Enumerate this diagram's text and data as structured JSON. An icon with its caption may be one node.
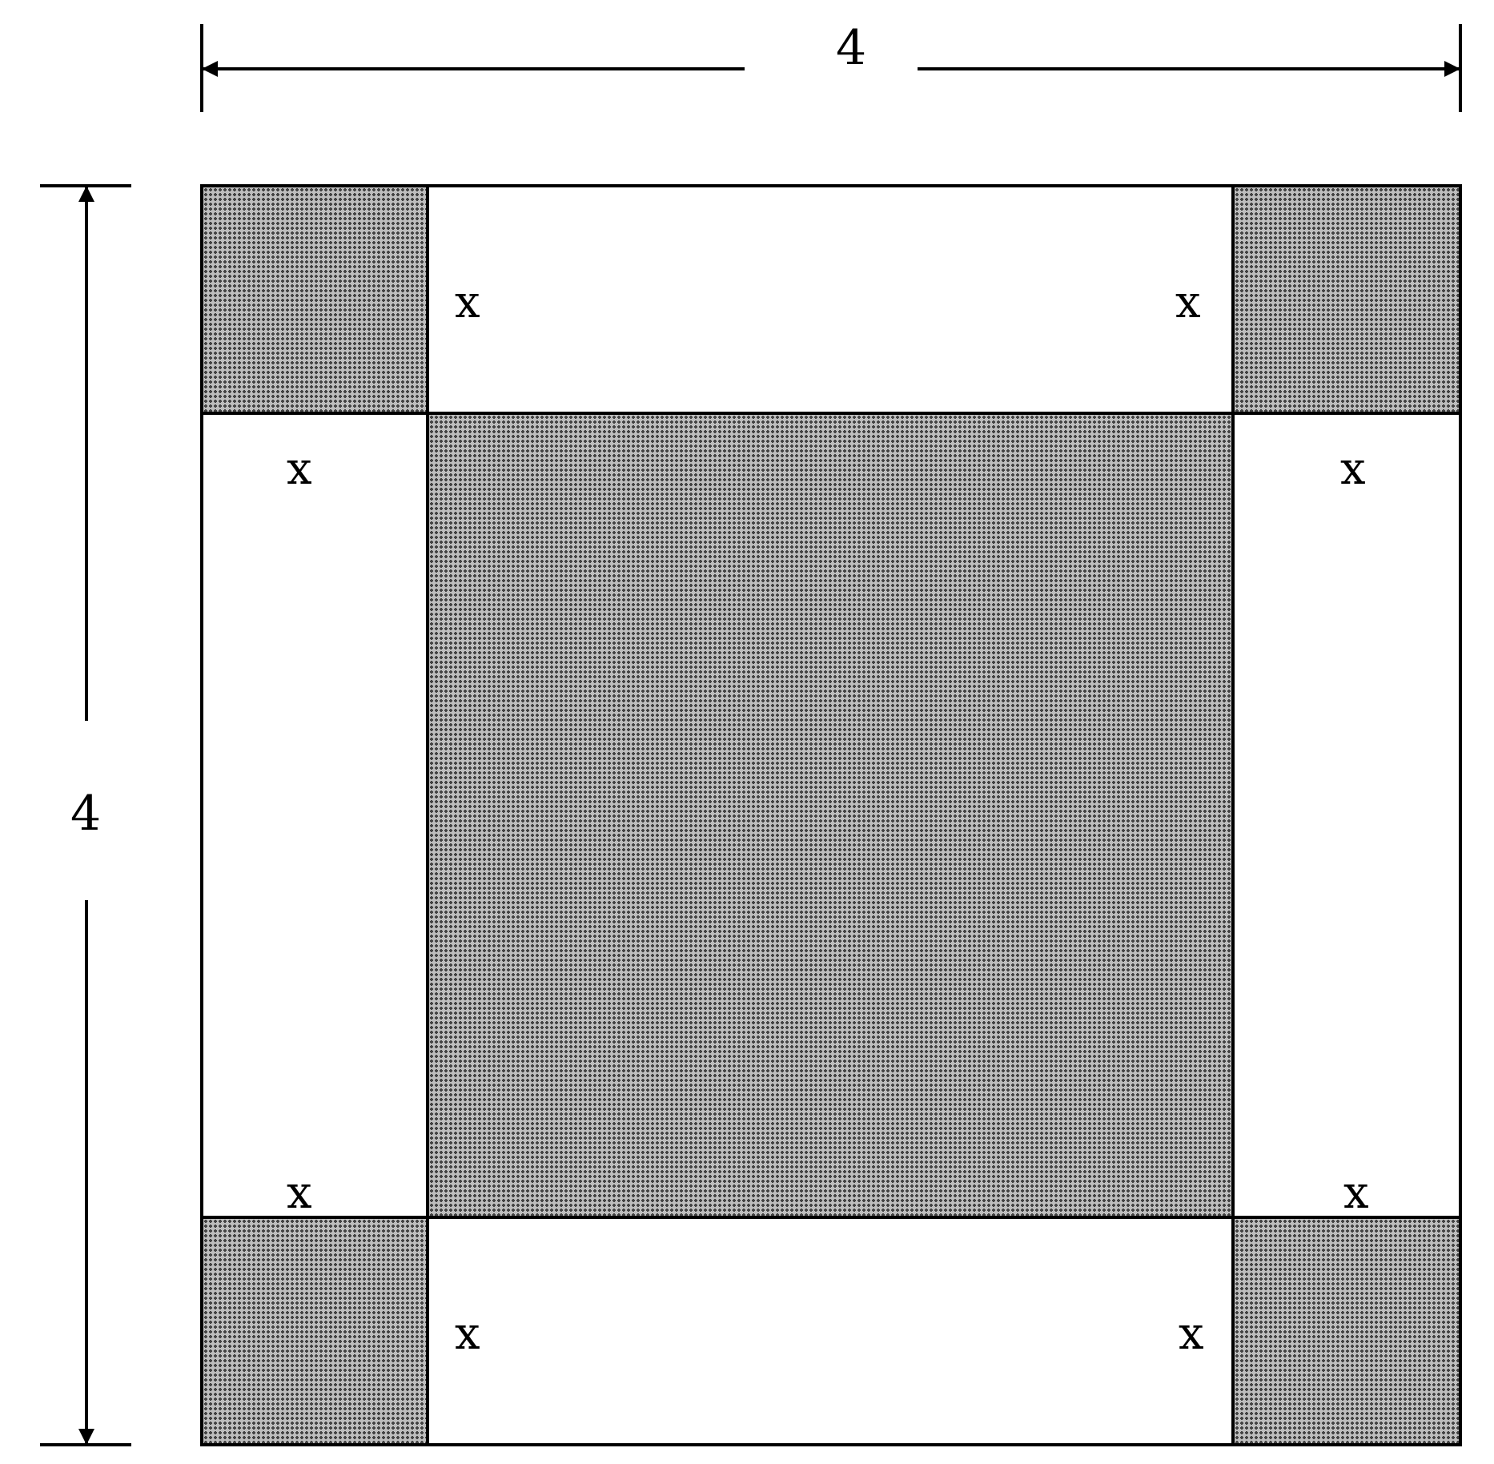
{
  "diagram": {
    "nodes": [
      {
        "text": [],
        "shape": "box"
      },
      {
        "text": [
          "x",
          "x"
        ]
      },
      {
        "text": [],
        "shape": "box"
      },
      {
        "text": [
          "x",
          "x"
        ]
      },
      {
        "text": [],
        "shape": "box"
      },
      {
        "text": [
          "x",
          "x"
        ]
      },
      {
        "text": [],
        "shape": "box"
      },
      {
        "text": [
          "x",
          "x"
        ]
      },
      {
        "text": [],
        "shape": "box"
      }
    ],
    "labels": [
      "4",
      "4"
    ]
  }
}
